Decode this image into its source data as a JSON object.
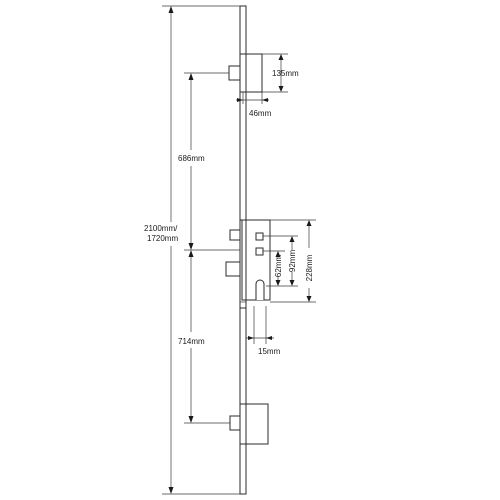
{
  "dimensions": {
    "overall_length": "2100mm/\n1720mm",
    "overall_length_line1": "2100mm/",
    "overall_length_line2": "1720mm",
    "top_hook_height": "135mm",
    "backset": "46mm",
    "top_to_centre": "686mm",
    "centre_to_bottom": "714mm",
    "follower_to_cylinder": "62mm",
    "pz_centres": "92mm",
    "gearbox_case_height": "228mm",
    "cylinder_backset": "15mm"
  },
  "colors": {
    "line": "#2b2b2b",
    "background": "#ffffff"
  }
}
